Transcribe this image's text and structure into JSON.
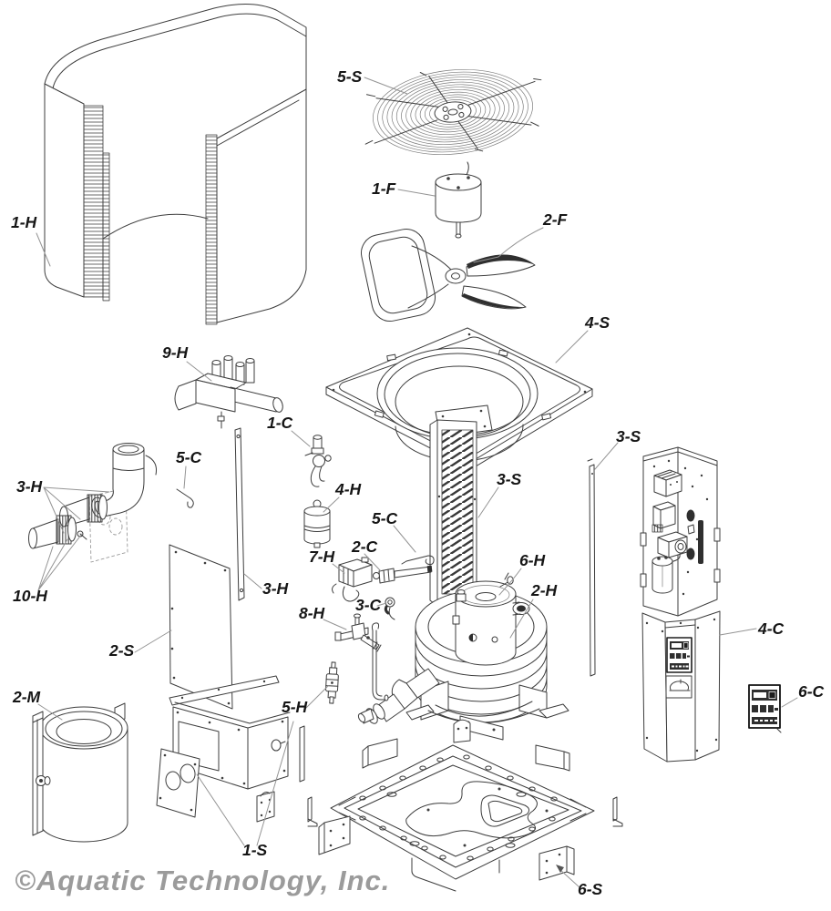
{
  "diagram": {
    "kind": "exploded-parts-diagram",
    "colors": {
      "line": "#3d3d3d",
      "leader": "#949494",
      "label": "#161616",
      "watermark": "#9b9b9b",
      "background": "#ffffff"
    },
    "labels": {
      "l1h": {
        "text": "1-H"
      },
      "l5s": {
        "text": "5-S"
      },
      "l1f": {
        "text": "1-F"
      },
      "l2f": {
        "text": "2-F"
      },
      "l4s": {
        "text": "4-S"
      },
      "l9h": {
        "text": "9-H"
      },
      "l1c": {
        "text": "1-C"
      },
      "l5c_left": {
        "text": "5-C"
      },
      "l3h_pipes": {
        "text": "3-H"
      },
      "l10h": {
        "text": "10-H"
      },
      "l4h": {
        "text": "4-H"
      },
      "l5c_right": {
        "text": "5-C"
      },
      "l2c": {
        "text": "2-C"
      },
      "l7h": {
        "text": "7-H"
      },
      "l3c": {
        "text": "3-C"
      },
      "l8h": {
        "text": "8-H"
      },
      "l3h_strip": {
        "text": "3-H"
      },
      "l2s": {
        "text": "2-S"
      },
      "l5h": {
        "text": "5-H"
      },
      "l2m": {
        "text": "2-M"
      },
      "l1s": {
        "text": "1-S"
      },
      "l6h": {
        "text": "6-H"
      },
      "l2h": {
        "text": "2-H"
      },
      "l3s_mid": {
        "text": "3-S"
      },
      "l3s_right": {
        "text": "3-S"
      },
      "l4c": {
        "text": "4-C"
      },
      "l6c": {
        "text": "6-C"
      },
      "l6s": {
        "text": "6-S"
      }
    }
  },
  "watermark": {
    "text": "©Aquatic Technology, Inc."
  }
}
